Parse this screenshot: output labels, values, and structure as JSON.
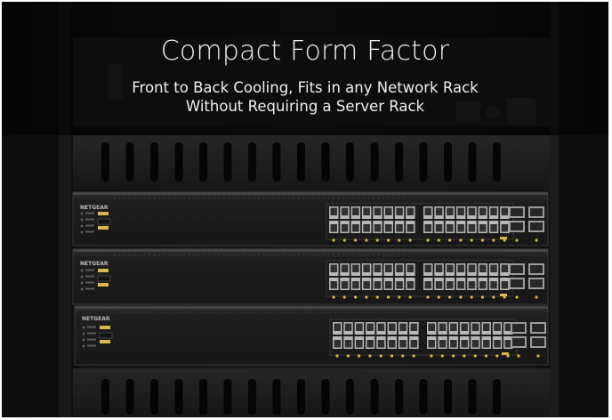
{
  "banner": {
    "title": "Compact Form Factor",
    "subtitle_line1": "Front to Back Cooling, Fits in any Network Rack",
    "subtitle_line2": "Without Requiring a Server Rack"
  },
  "switches": [
    {
      "brand": "NETGEAR"
    },
    {
      "brand": "NETGEAR"
    },
    {
      "brand": "NETGEAR"
    }
  ],
  "colors": {
    "background": "#131313",
    "rack": "#1c1c1c",
    "switch_body": "#222222",
    "port_label": "#d9b84a",
    "text": "#f2f2f2"
  }
}
